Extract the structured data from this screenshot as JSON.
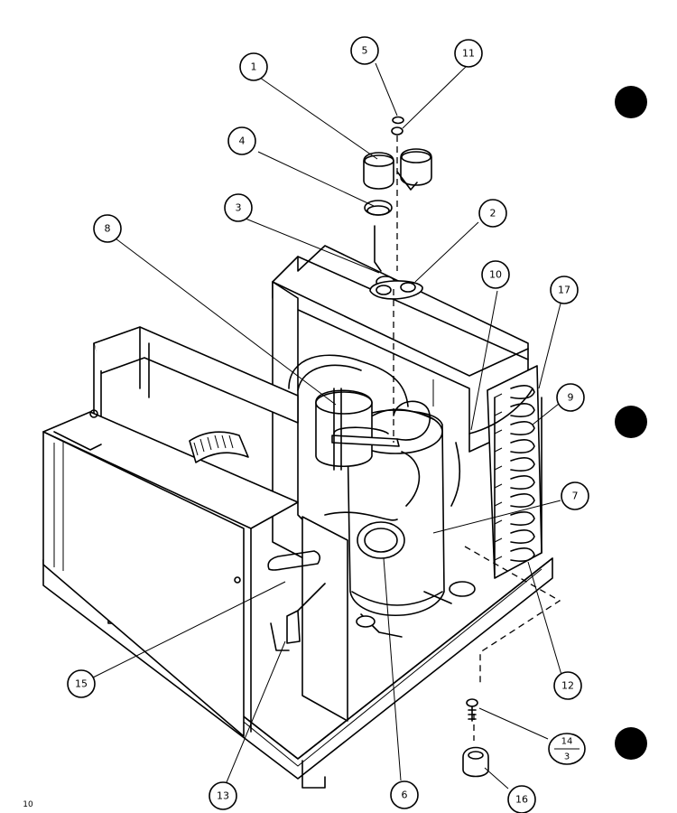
{
  "callouts": [
    {
      "id": "1",
      "text": "1"
    },
    {
      "id": "2",
      "text": "2"
    },
    {
      "id": "3",
      "text": "3"
    },
    {
      "id": "4",
      "text": "4"
    },
    {
      "id": "5",
      "text": "5"
    },
    {
      "id": "6",
      "text": "6"
    },
    {
      "id": "7",
      "text": "7"
    },
    {
      "id": "8",
      "text": "8"
    },
    {
      "id": "9",
      "text": "9"
    },
    {
      "id": "10",
      "text": "10"
    },
    {
      "id": "11",
      "text": "11"
    },
    {
      "id": "12",
      "text": "12"
    },
    {
      "id": "13",
      "text": "13"
    },
    {
      "id": "15",
      "text": "15"
    },
    {
      "id": "16",
      "text": "16"
    },
    {
      "id": "17",
      "text": "17"
    }
  ],
  "fraction_callout": {
    "numerator": "14",
    "denominator": "3"
  },
  "page_number": "10"
}
